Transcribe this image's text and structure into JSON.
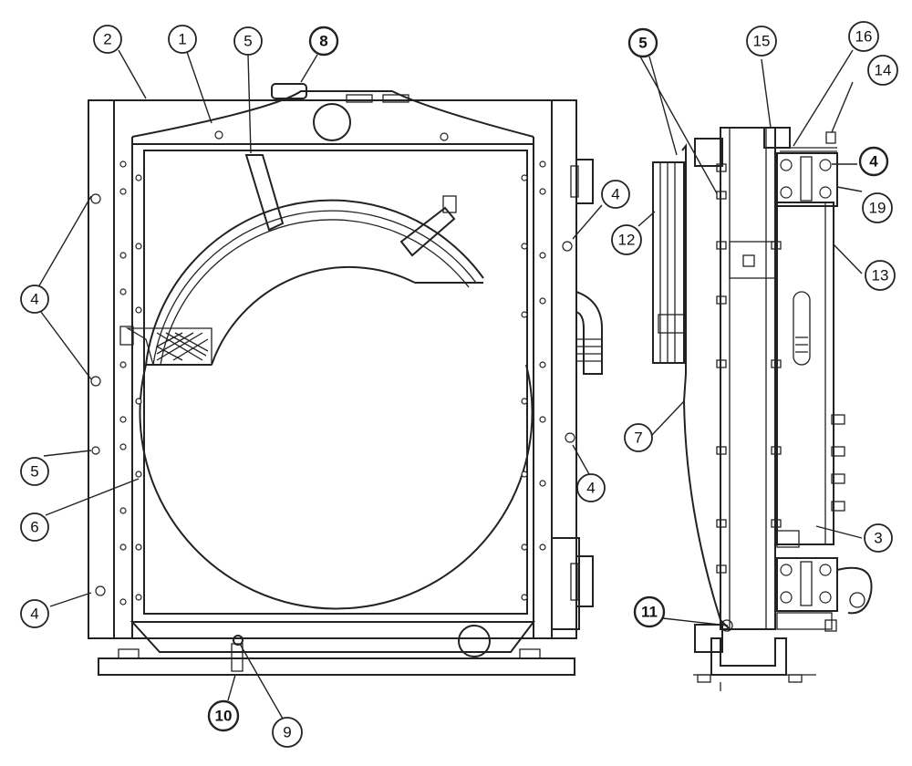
{
  "callouts": {
    "c1": "1",
    "c2": "2",
    "c3": "3",
    "c4a": "4",
    "c4b": "4",
    "c4c": "4",
    "c4d": "4",
    "c4e": "4",
    "c5a": "5",
    "c5b": "5",
    "c5c": "5",
    "c6": "6",
    "c7": "7",
    "c8": "8",
    "c9": "9",
    "c10": "10",
    "c11": "11",
    "c12": "12",
    "c13": "13",
    "c14": "14",
    "c15": "15",
    "c16": "16",
    "c19": "19"
  }
}
